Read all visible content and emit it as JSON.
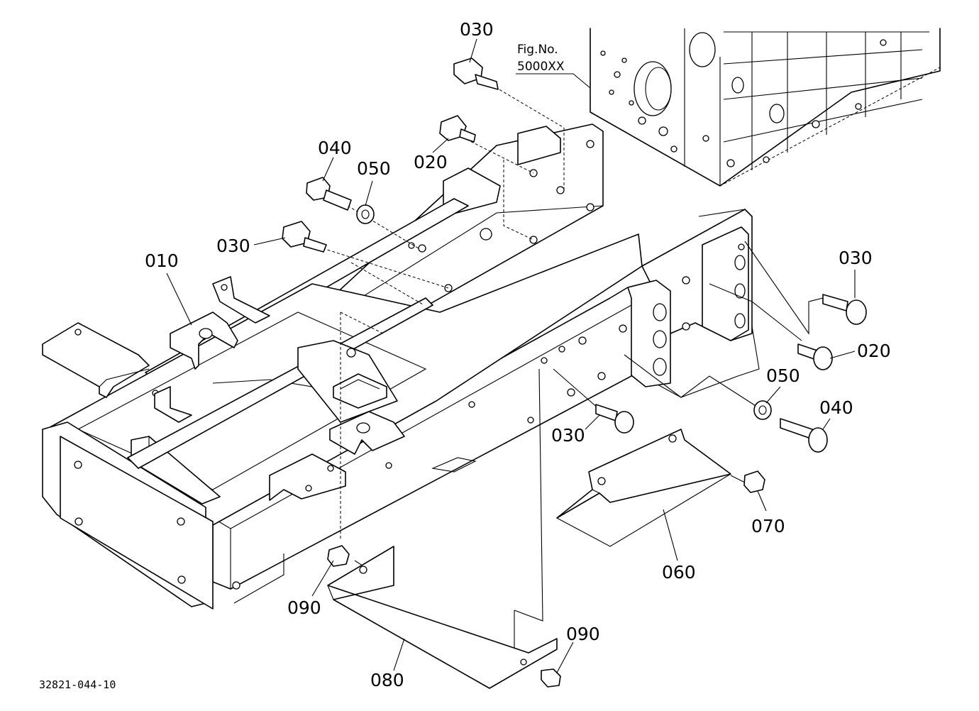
{
  "figure_ref": {
    "line1": "Fig.No.",
    "line2": "5000XX"
  },
  "drawing_code": "32821-044-10",
  "callouts": {
    "c030_top": "030",
    "c020_top": "020",
    "c040_left": "040",
    "c050_left": "050",
    "c030_left": "030",
    "c010": "010",
    "c030_right": "030",
    "c020_right": "020",
    "c050_right": "050",
    "c040_right": "040",
    "c030_mid": "030",
    "c070": "070",
    "c060": "060",
    "c090_left": "090",
    "c090_right": "090",
    "c080": "080"
  }
}
